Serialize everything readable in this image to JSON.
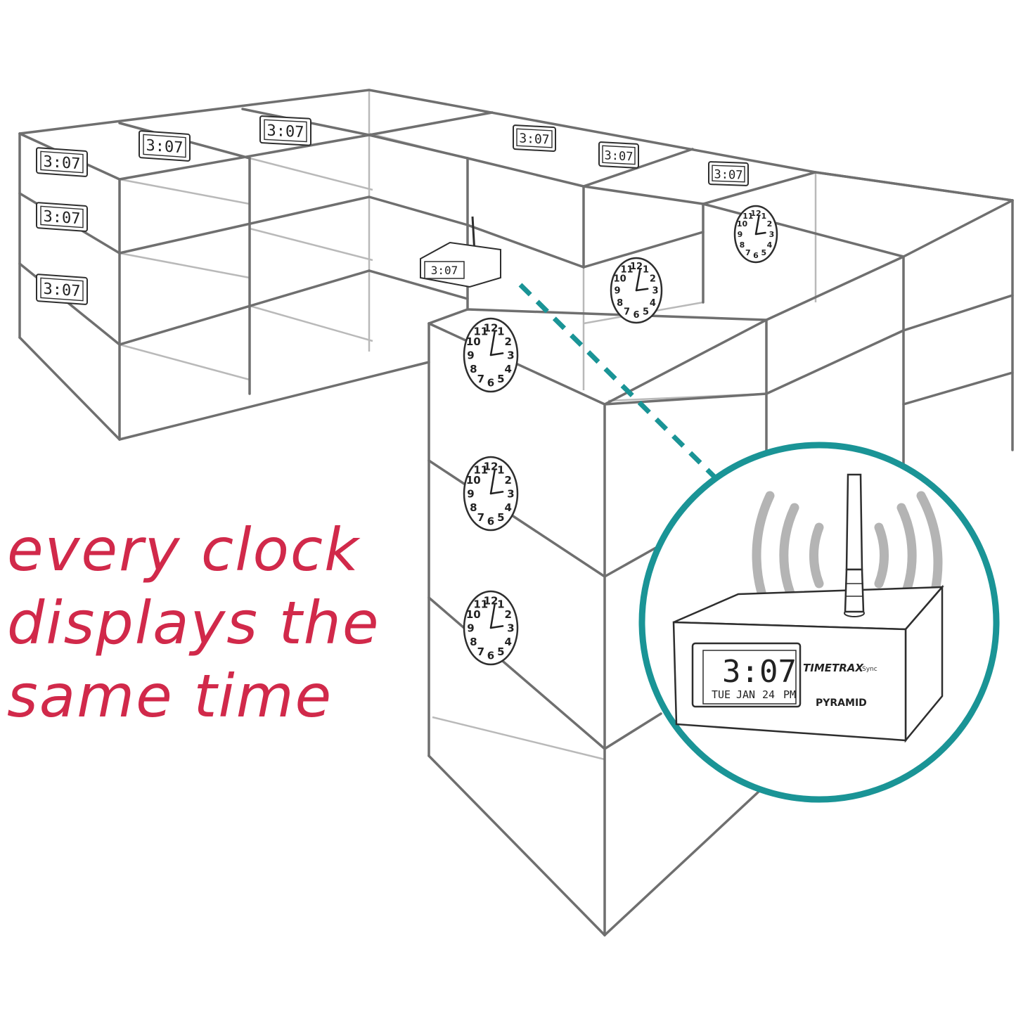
{
  "tagline": {
    "lines": [
      "every clock",
      "displays the",
      "same time"
    ],
    "color": "#d1294a"
  },
  "digital_clock": {
    "time": "3:07"
  },
  "device": {
    "time": "3:07",
    "day": "TUE",
    "month": "JAN",
    "date": "24",
    "meridiem": "PM",
    "brand": "TIMETRAX",
    "brand_suffix": "Sync",
    "maker": "PYRAMID"
  },
  "analog_clock": {
    "numbers": [
      "12",
      "1",
      "2",
      "3",
      "4",
      "5",
      "6",
      "7",
      "8",
      "9",
      "10",
      "11"
    ]
  },
  "colors": {
    "zoom_circle": "#1a9496",
    "link_line": "#1a9496",
    "wave": "#b4b4b4"
  }
}
